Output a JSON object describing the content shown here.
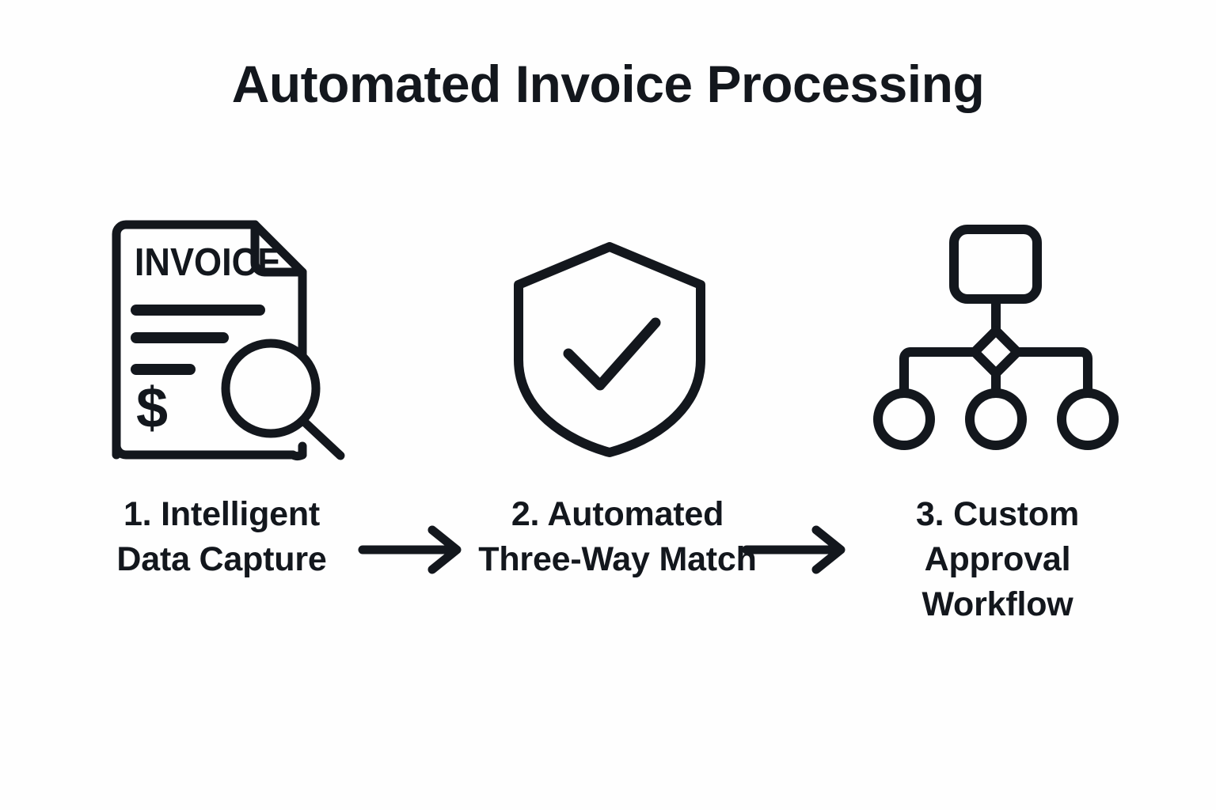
{
  "page": {
    "title": "Automated Invoice Processing",
    "background_color": "#fefefe",
    "ink_color": "#13171d"
  },
  "steps": [
    {
      "number": "1.",
      "label_line_1": "1. Intelligent",
      "label_line_2": "Data Capture",
      "label_line_3": "",
      "icon_name": "invoice-document-magnifier-icon",
      "icon_text": "INVOICE",
      "icon_currency_symbol": "$"
    },
    {
      "number": "2.",
      "label_line_1": "2. Automated",
      "label_line_2": "Three-Way Match",
      "label_line_3": "",
      "icon_name": "shield-check-icon"
    },
    {
      "number": "3.",
      "label_line_1": "3. Custom",
      "label_line_2": "Approval",
      "label_line_3": "Workflow",
      "icon_name": "workflow-hierarchy-icon"
    }
  ],
  "connectors": [
    {
      "name": "arrow-step-1-to-2",
      "glyph": "arrow-right-icon"
    },
    {
      "name": "arrow-step-2-to-3",
      "glyph": "arrow-right-icon"
    }
  ]
}
